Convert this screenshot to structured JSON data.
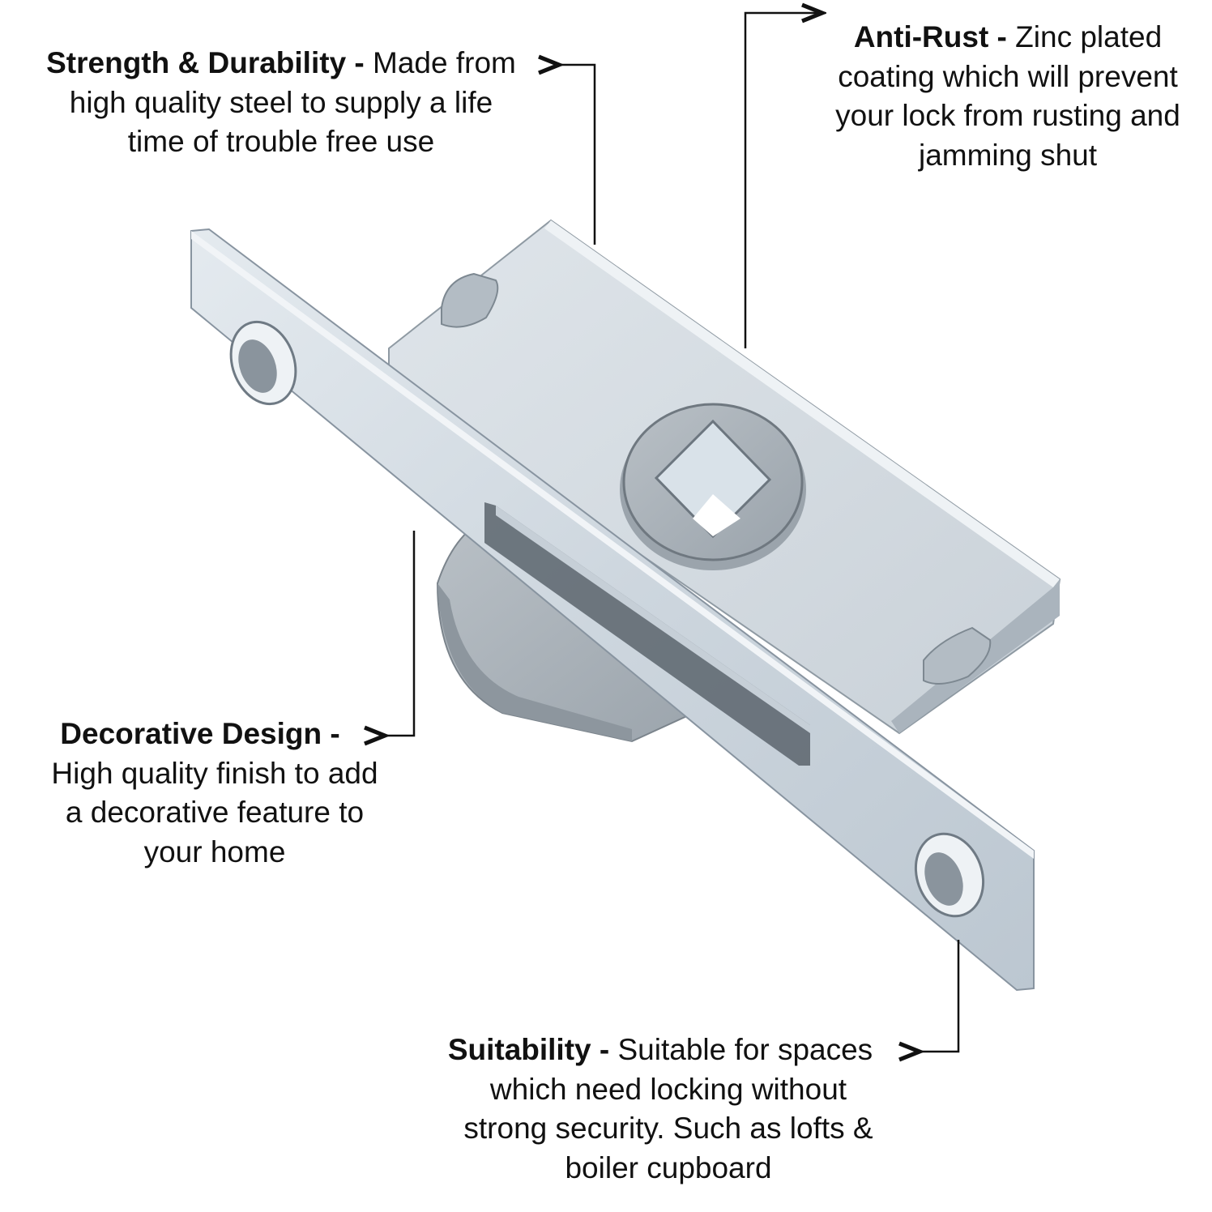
{
  "product": {
    "name": "mortice-lock",
    "colors": {
      "plate": "#cfd8e0",
      "plate_shadow": "#9eabb6",
      "body": "#d6dde3",
      "bolt": "#a9b1b8",
      "spindle": "#b8bec3",
      "leader": "#111111",
      "background": "#ffffff"
    }
  },
  "callouts": [
    {
      "id": "strength",
      "title": "Strength & Durability -",
      "lines": [
        "Made from",
        "high quality steel to supply a life",
        "time of trouble free use"
      ]
    },
    {
      "id": "anti_rust",
      "title": "Anti-Rust -",
      "lines": [
        "Zinc plated",
        "coating which will prevent",
        "your lock from rusting and",
        "jamming shut"
      ]
    },
    {
      "id": "decorative",
      "title": "Decorative Design -",
      "lines": [
        "High quality finish to add",
        "a decorative feature to",
        "your home"
      ]
    },
    {
      "id": "suitability",
      "title": "Suitability -",
      "lines": [
        "Suitable for spaces",
        "which need locking without",
        "strong security. Such as lofts &",
        "boiler cupboard"
      ]
    }
  ]
}
